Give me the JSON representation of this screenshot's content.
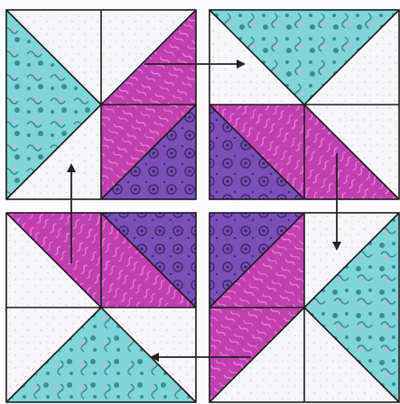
{
  "diagram": {
    "block_count": 4,
    "colors": {
      "background": "#fbfbfd",
      "white_fabric": "#f7f7fa",
      "white_fabric_texture": "#e2e4ec",
      "aqua_fabric": "#7fd6d8",
      "aqua_print": "#3d8f8f",
      "aqua_accent": "#e6a8c6",
      "magenta_fabric": "#c23fb0",
      "magenta_print": "#e27fd3",
      "purple_fabric": "#7b4fb8",
      "purple_print": "#3e2a6e",
      "seam_line": "#1a1a1a",
      "arrow": "#222222"
    },
    "arrows": [
      {
        "name": "arrow-top-left-to-top-right",
        "direction": "right"
      },
      {
        "name": "arrow-top-right-to-bottom-right",
        "direction": "down"
      },
      {
        "name": "arrow-bottom-right-to-bottom-left",
        "direction": "left"
      },
      {
        "name": "arrow-bottom-left-to-top-left",
        "direction": "up"
      }
    ]
  }
}
